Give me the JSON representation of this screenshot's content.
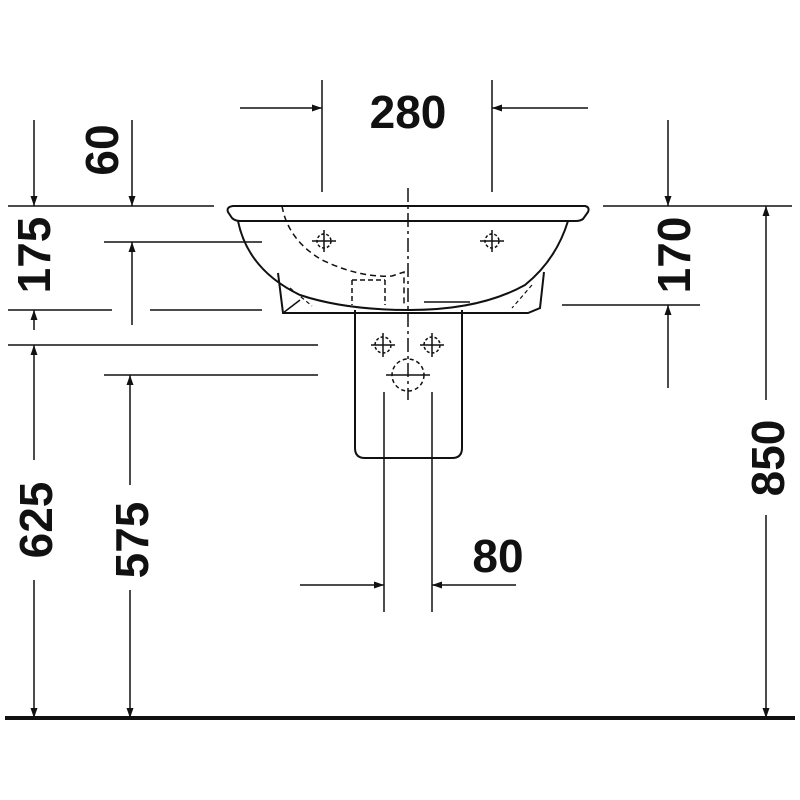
{
  "dimensions": {
    "top_width": "280",
    "rim_offset": "60",
    "basin_depth": "175",
    "right_depth": "170",
    "height_625": "625",
    "height_575": "575",
    "total_height": "850",
    "drain_width": "80"
  },
  "colors": {
    "line": "#111111",
    "background": "#ffffff"
  }
}
